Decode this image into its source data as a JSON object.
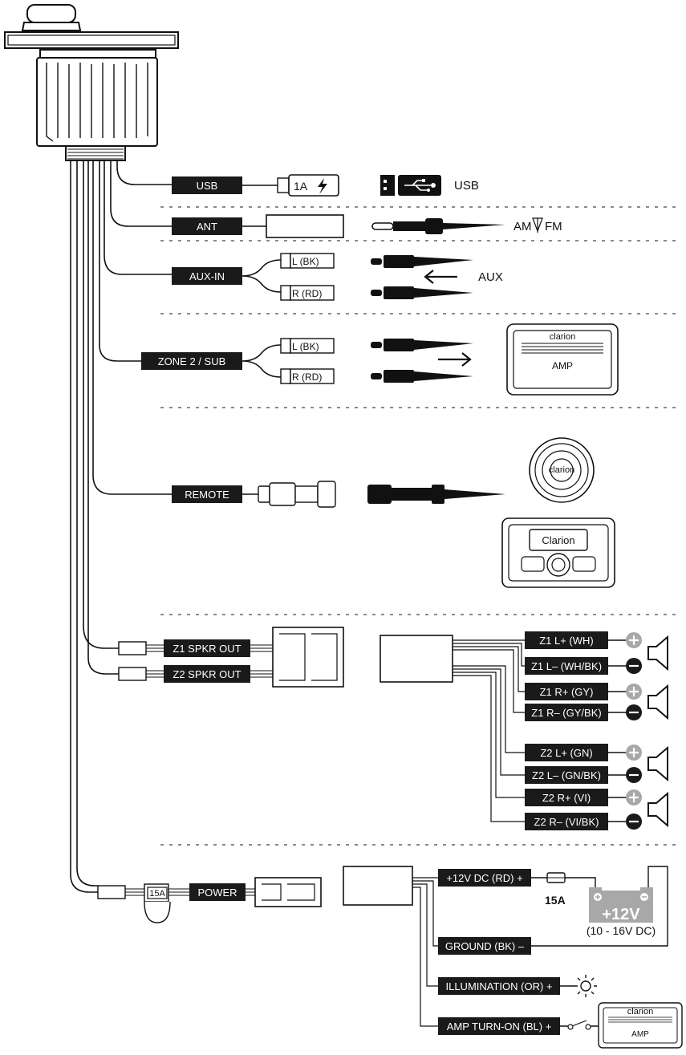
{
  "connectors": {
    "usb": "USB",
    "ant": "ANT",
    "aux_in": "AUX-IN",
    "zone2_sub": "ZONE 2 / SUB",
    "remote": "REMOTE",
    "z1_spkr_out": "Z1 SPKR OUT",
    "z2_spkr_out": "Z2 SPKR OUT",
    "power": "POWER"
  },
  "plugs": {
    "usb_rating": "1A",
    "aux_left": "L (BK)",
    "aux_right": "R (RD)",
    "zone_left": "L (BK)",
    "zone_right": "R (RD)",
    "fuse_inline": "15A"
  },
  "devices": {
    "usb_label": "USB",
    "antenna_label_am": "AM",
    "antenna_label_fm": "FM",
    "aux_label": "AUX",
    "amp_brand": "clarion",
    "amp_label": "AMP",
    "remote_brand": "clarion",
    "display_brand": "Clarion"
  },
  "speaker_wires": [
    {
      "label": "Z1 L+ (WH)",
      "polarity": "+"
    },
    {
      "label": "Z1 L– (WH/BK)",
      "polarity": "–"
    },
    {
      "label": "Z1 R+ (GY)",
      "polarity": "+"
    },
    {
      "label": "Z1 R– (GY/BK)",
      "polarity": "–"
    },
    {
      "label": "Z2 L+ (GN)",
      "polarity": "+"
    },
    {
      "label": "Z2 L– (GN/BK)",
      "polarity": "–"
    },
    {
      "label": "Z2 R+ (VI)",
      "polarity": "+"
    },
    {
      "label": "Z2 R– (VI/BK)",
      "polarity": "–"
    }
  ],
  "power_wires": {
    "plus12": "+12V DC (RD) +",
    "ground": "GROUND (BK) –",
    "illumination": "ILLUMINATION (OR) +",
    "amp_turn_on": "AMP TURN-ON (BL) +",
    "fuse": "15A",
    "battery_voltage": "+12V",
    "battery_range": "(10 - 16V DC)",
    "amp_brand": "clarion",
    "amp_label": "AMP"
  },
  "colors": {
    "label_bg": "#1a1a1a",
    "line": "#111111",
    "plus_circle": "#a8a8a8",
    "minus_circle": "#1a1a1a",
    "battery": "#a8a8a8"
  }
}
